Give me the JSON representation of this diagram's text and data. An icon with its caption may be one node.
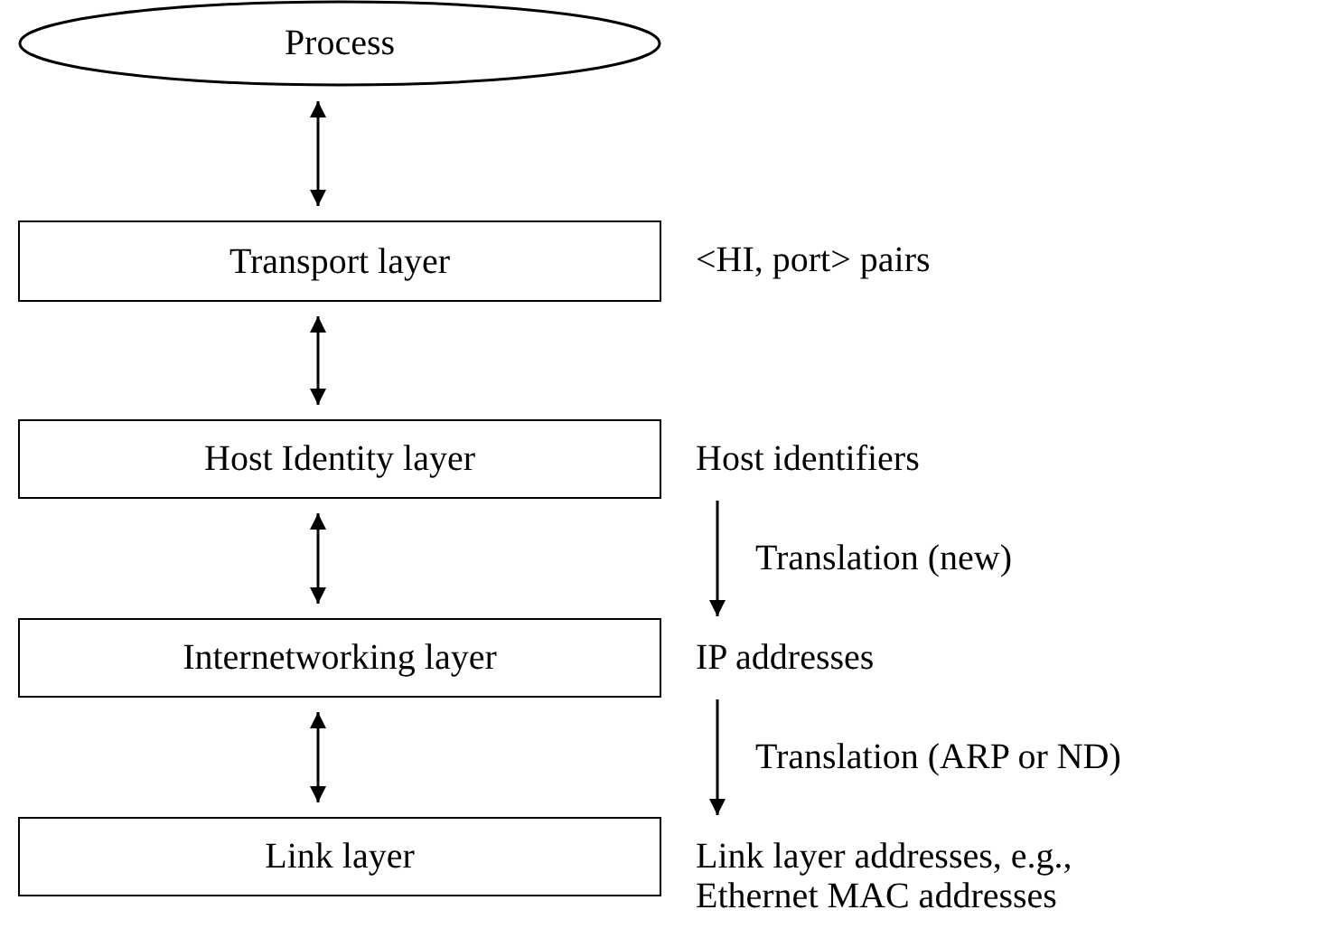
{
  "diagram": {
    "nodes": [
      {
        "text": [
          "Process"
        ]
      },
      {
        "text": [
          "Transport layer"
        ]
      },
      {
        "text": [
          "Host Identity layer"
        ]
      },
      {
        "text": [
          "Internetworking layer"
        ]
      },
      {
        "text": [
          "Link layer"
        ]
      },
      {
        "text": [
          "<HI, port> pairs"
        ]
      },
      {
        "text": [
          "Host identifiers"
        ]
      },
      {
        "text": [
          "IP addresses"
        ]
      },
      {
        "text": [
          "Link layer addresses, e.g., Ethernet MAC addresses"
        ]
      }
    ],
    "edges": [
      {
        "from": 0,
        "to": 1,
        "arrow": "both"
      },
      {
        "from": 1,
        "to": 2,
        "arrow": "both"
      },
      {
        "from": 2,
        "to": 3,
        "arrow": "both"
      },
      {
        "from": 3,
        "to": 4,
        "arrow": "both"
      },
      {
        "from": 6,
        "to": 7,
        "arrow": "to",
        "label": "Translation (new)"
      },
      {
        "from": 7,
        "to": 8,
        "arrow": "to",
        "label": "Translation (ARP or ND)"
      }
    ]
  }
}
